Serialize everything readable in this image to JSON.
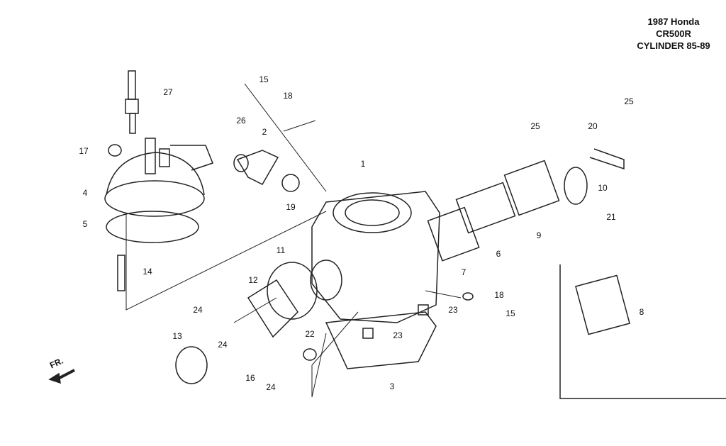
{
  "title": {
    "line1": "1987  Honda",
    "line2": "CR500R",
    "line3": "CYLINDER 85-89"
  },
  "front_marker": "FR.",
  "callouts": [
    "27",
    "17",
    "4",
    "5",
    "14",
    "15",
    "18",
    "26",
    "2",
    "19",
    "1",
    "25",
    "20",
    "25",
    "10",
    "21",
    "9",
    "6",
    "7",
    "18",
    "15",
    "23",
    "23",
    "3",
    "8",
    "11",
    "12",
    "24",
    "13",
    "24",
    "16",
    "22",
    "24"
  ]
}
